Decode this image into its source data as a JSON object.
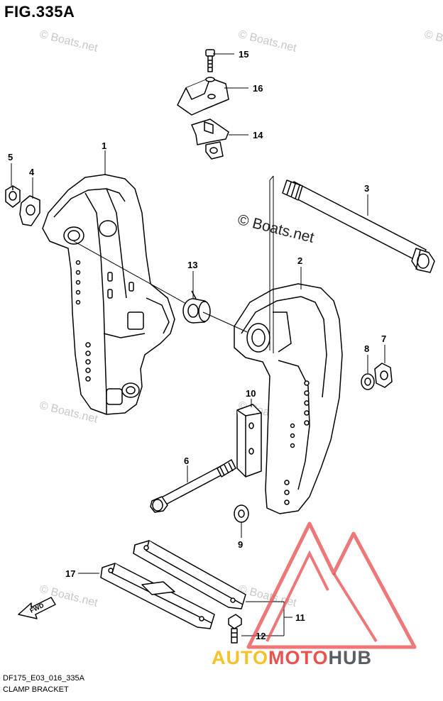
{
  "figure": {
    "title": "FIG.335A",
    "code": "DF175_E03_016_335A",
    "name": "CLAMP BRACKET"
  },
  "watermarks": {
    "small": "© Boats.net",
    "big": "© Boats.net"
  },
  "logo": {
    "text_part1": "AUTO",
    "text_part2": "MOTO",
    "text_part3": "HUB",
    "colors": {
      "part1": "#f6c22a",
      "part2": "#e8524f",
      "part3": "#5a5f66",
      "triangle": "#e84a4a"
    }
  },
  "fwd_arrow": {
    "label": "FWD"
  },
  "callouts": [
    "1",
    "2",
    "3",
    "4",
    "5",
    "6",
    "7",
    "8",
    "9",
    "10",
    "11",
    "12",
    "13",
    "14",
    "15",
    "16",
    "17"
  ]
}
